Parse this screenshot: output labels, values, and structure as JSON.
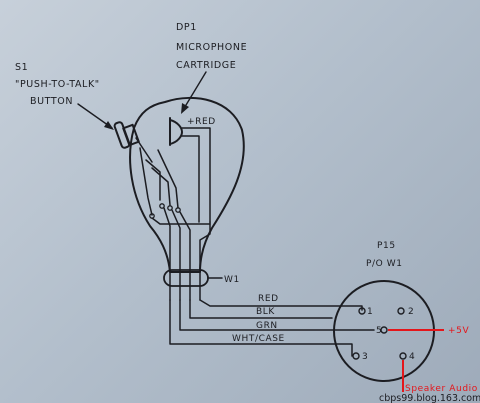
{
  "labels": {
    "s1_ref": "S1",
    "s1_name": "\"PUSH-TO-TALK\"",
    "s1_type": "BUTTON",
    "dp1_ref": "DP1",
    "dp1_name": "MICROPHONE",
    "dp1_type": "CARTRIDGE",
    "red_tap": "+RED",
    "w1": "W1",
    "p15_ref": "P15",
    "p15_name": "P/O W1"
  },
  "wires": [
    "RED",
    "BLK",
    "GRN",
    "WHT/CASE"
  ],
  "pins": [
    "1",
    "2",
    "5",
    "3",
    "4"
  ],
  "annotations": {
    "plus5v": "+5V",
    "speaker_audio": "Speaker Audio",
    "watermark": "cbps99.blog.163.com"
  },
  "colors": {
    "ink": "#1c1d22",
    "annotation": "#e4161b"
  }
}
